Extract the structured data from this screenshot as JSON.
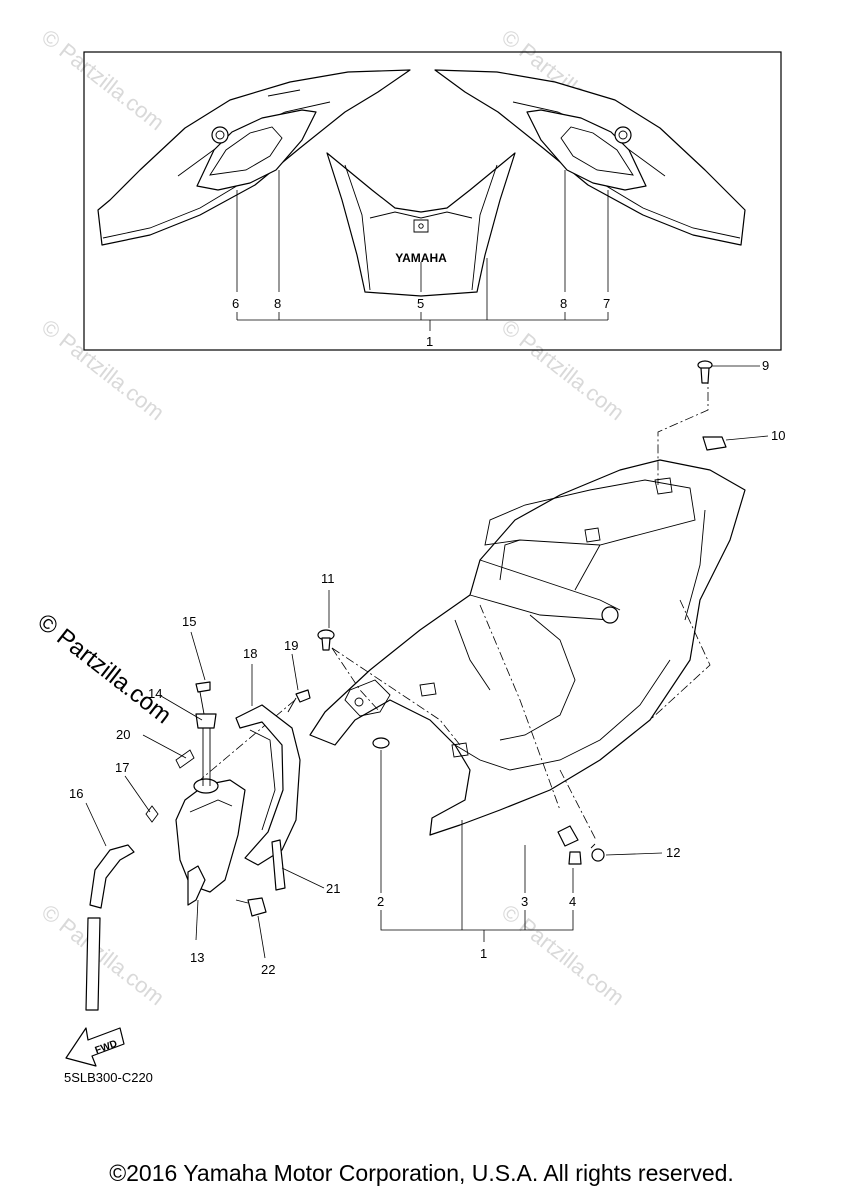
{
  "diagram": {
    "code": "5SLB300-C220",
    "watermark": "© Partzilla.com",
    "copyright": "©2016 Yamaha Motor Corporation, U.S.A. All rights reserved.",
    "brand_mark": "YAMAHA",
    "direction_label": "FWD",
    "callouts": {
      "c1_top": "1",
      "c1_bottom": "1",
      "c2": "2",
      "c3": "3",
      "c4": "4",
      "c5": "5",
      "c6": "6",
      "c7": "7",
      "c8_left": "8",
      "c8_right": "8",
      "c9": "9",
      "c10": "10",
      "c11": "11",
      "c12": "12",
      "c13": "13",
      "c14": "14",
      "c15": "15",
      "c16": "16",
      "c17": "17",
      "c18": "18",
      "c19": "19",
      "c20": "20",
      "c21": "21",
      "c22": "22"
    }
  }
}
